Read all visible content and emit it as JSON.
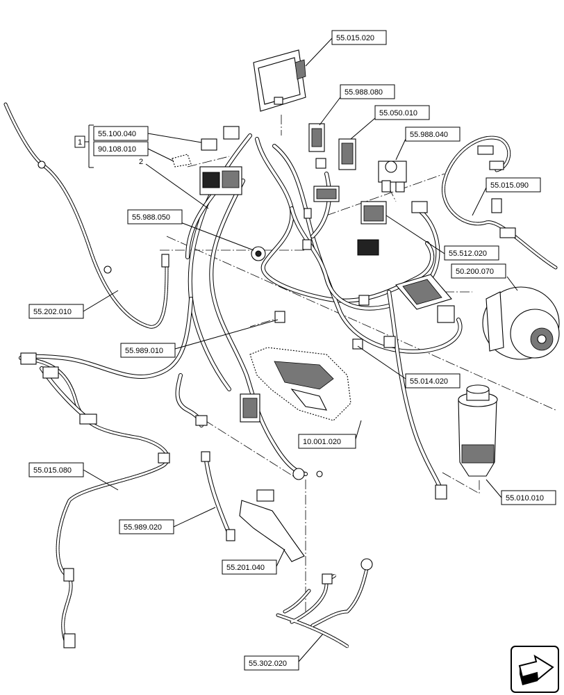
{
  "labels": {
    "l_55_015_020": "55.015.020",
    "l_55_988_080": "55.988.080",
    "l_55_050_010": "55.050.010",
    "l_55_988_040": "55.988.040",
    "l_55_100_040": "55.100.040",
    "l_90_108_010": "90.108.010",
    "l_group_1": "1",
    "l_callout_2": "2",
    "l_55_015_090": "55.015.090",
    "l_55_988_050": "55.988.050",
    "l_55_512_020": "55.512.020",
    "l_50_200_070": "50.200.070",
    "l_55_202_010": "55.202.010",
    "l_55_989_010": "55.989.010",
    "l_55_014_020": "55.014.020",
    "l_10_001_020": "10.001.020",
    "l_55_015_080": "55.015.080",
    "l_55_010_010": "55.010.010",
    "l_55_989_020": "55.989.020",
    "l_55_201_040": "55.201.040",
    "l_55_302_020": "55.302.020"
  },
  "icons": {
    "nav": "arrow-navigation-icon"
  }
}
